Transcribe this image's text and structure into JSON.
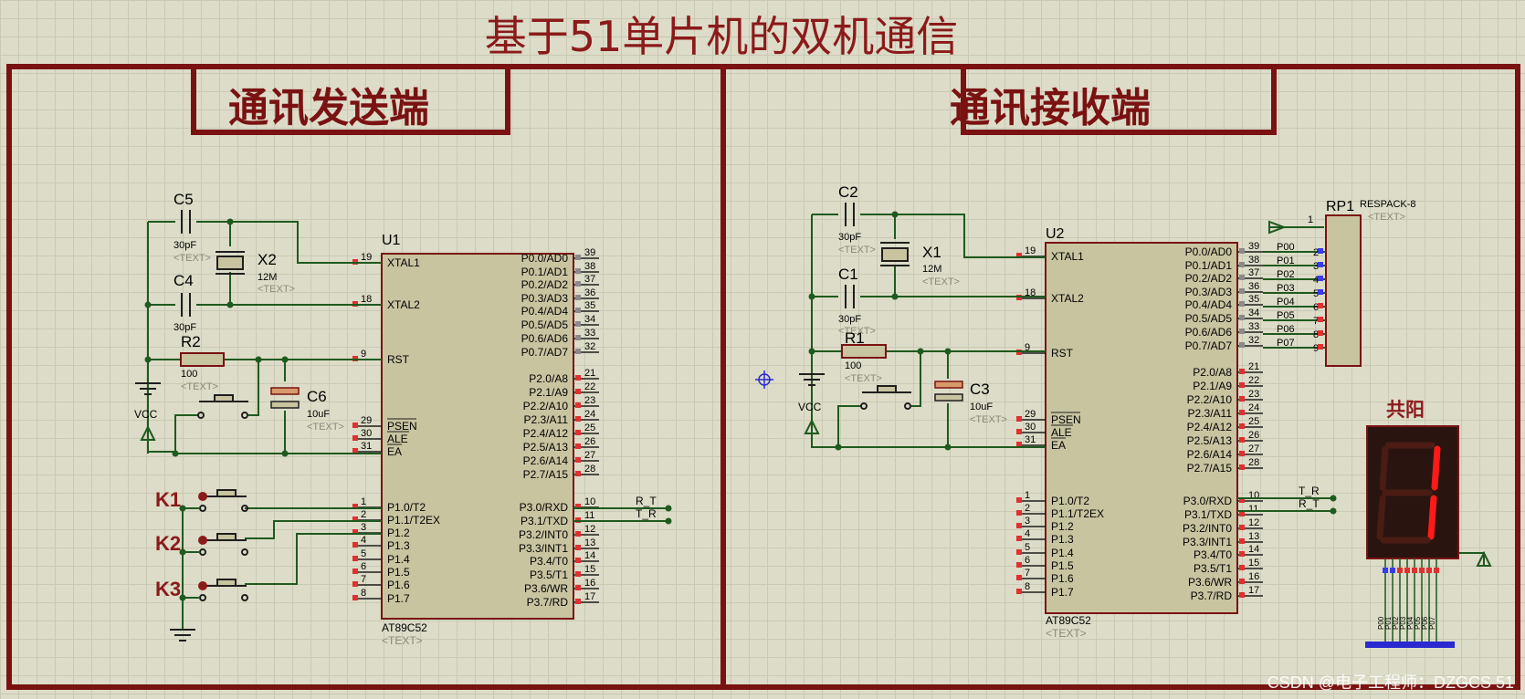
{
  "title": "基于51单片机的双机通信",
  "sender": {
    "title": "通讯发送端",
    "mcu": {
      "ref": "U1",
      "part": "AT89C52",
      "text": "<TEXT>"
    },
    "crystal": {
      "ref": "X2",
      "value": "12M",
      "text": "<TEXT>"
    },
    "caps": [
      {
        "ref": "C5",
        "value": "30pF",
        "text": "<TEXT>"
      },
      {
        "ref": "C4",
        "value": "30pF",
        "text": "<TEXT>"
      },
      {
        "ref": "C6",
        "value": "10uF",
        "text": "<TEXT>"
      }
    ],
    "resistor": {
      "ref": "R2",
      "value": "100",
      "text": "<TEXT>"
    },
    "vcc": "VCC",
    "keys": [
      "K1",
      "K2",
      "K3"
    ],
    "net_labels": [
      "R_T",
      "T_R"
    ]
  },
  "receiver": {
    "title": "通讯接收端",
    "mcu": {
      "ref": "U2",
      "part": "AT89C52",
      "text": "<TEXT>"
    },
    "crystal": {
      "ref": "X1",
      "value": "12M",
      "text": "<TEXT>"
    },
    "caps": [
      {
        "ref": "C2",
        "value": "30pF",
        "text": "<TEXT>"
      },
      {
        "ref": "C1",
        "value": "30pF",
        "text": "<TEXT>"
      },
      {
        "ref": "C3",
        "value": "10uF",
        "text": "<TEXT>"
      }
    ],
    "resistor": {
      "ref": "R1",
      "value": "100",
      "text": "<TEXT>"
    },
    "vcc": "VCC",
    "rpack": {
      "ref": "RP1",
      "part": "RESPACK-8",
      "text": "<TEXT>"
    },
    "display": {
      "label": "共阳",
      "digit": "1"
    },
    "net_labels": [
      "T_R",
      "R_T"
    ],
    "port_labels": [
      "P00",
      "P01",
      "P02",
      "P03",
      "P04",
      "P05",
      "P06",
      "P07"
    ]
  },
  "chip": {
    "left_pins": [
      {
        "n": "19",
        "name": "XTAL1"
      },
      {
        "n": "18",
        "name": "XTAL2"
      },
      {
        "n": "9",
        "name": "RST"
      },
      {
        "n": "29",
        "name": "PSEN"
      },
      {
        "n": "30",
        "name": "ALE"
      },
      {
        "n": "31",
        "name": "EA"
      },
      {
        "n": "1",
        "name": "P1.0/T2"
      },
      {
        "n": "2",
        "name": "P1.1/T2EX"
      },
      {
        "n": "3",
        "name": "P1.2"
      },
      {
        "n": "4",
        "name": "P1.3"
      },
      {
        "n": "5",
        "name": "P1.4"
      },
      {
        "n": "6",
        "name": "P1.5"
      },
      {
        "n": "7",
        "name": "P1.6"
      },
      {
        "n": "8",
        "name": "P1.7"
      }
    ],
    "right_pins": [
      {
        "n": "39",
        "name": "P0.0/AD0"
      },
      {
        "n": "38",
        "name": "P0.1/AD1"
      },
      {
        "n": "37",
        "name": "P0.2/AD2"
      },
      {
        "n": "36",
        "name": "P0.3/AD3"
      },
      {
        "n": "35",
        "name": "P0.4/AD4"
      },
      {
        "n": "34",
        "name": "P0.5/AD5"
      },
      {
        "n": "33",
        "name": "P0.6/AD6"
      },
      {
        "n": "32",
        "name": "P0.7/AD7"
      },
      {
        "n": "21",
        "name": "P2.0/A8"
      },
      {
        "n": "22",
        "name": "P2.1/A9"
      },
      {
        "n": "23",
        "name": "P2.2/A10"
      },
      {
        "n": "24",
        "name": "P2.3/A11"
      },
      {
        "n": "25",
        "name": "P2.4/A12"
      },
      {
        "n": "26",
        "name": "P2.5/A13"
      },
      {
        "n": "27",
        "name": "P2.6/A14"
      },
      {
        "n": "28",
        "name": "P2.7/A15"
      },
      {
        "n": "10",
        "name": "P3.0/RXD"
      },
      {
        "n": "11",
        "name": "P3.1/TXD"
      },
      {
        "n": "12",
        "name": "P3.2/INT0"
      },
      {
        "n": "13",
        "name": "P3.3/INT1"
      },
      {
        "n": "14",
        "name": "P3.4/T0"
      },
      {
        "n": "15",
        "name": "P3.5/T1"
      },
      {
        "n": "16",
        "name": "P3.6/WR"
      },
      {
        "n": "17",
        "name": "P3.7/RD"
      }
    ]
  },
  "watermark": "CSDN @电子工程师：DZGCS 51",
  "colors": {
    "frame": "#7a1212",
    "wire": "#1f5a1f",
    "chip_fill": "#c8c4a0",
    "pin_red": "#e03030",
    "pin_blue": "#3a3aee",
    "segment_on": "#ff1a1a"
  }
}
